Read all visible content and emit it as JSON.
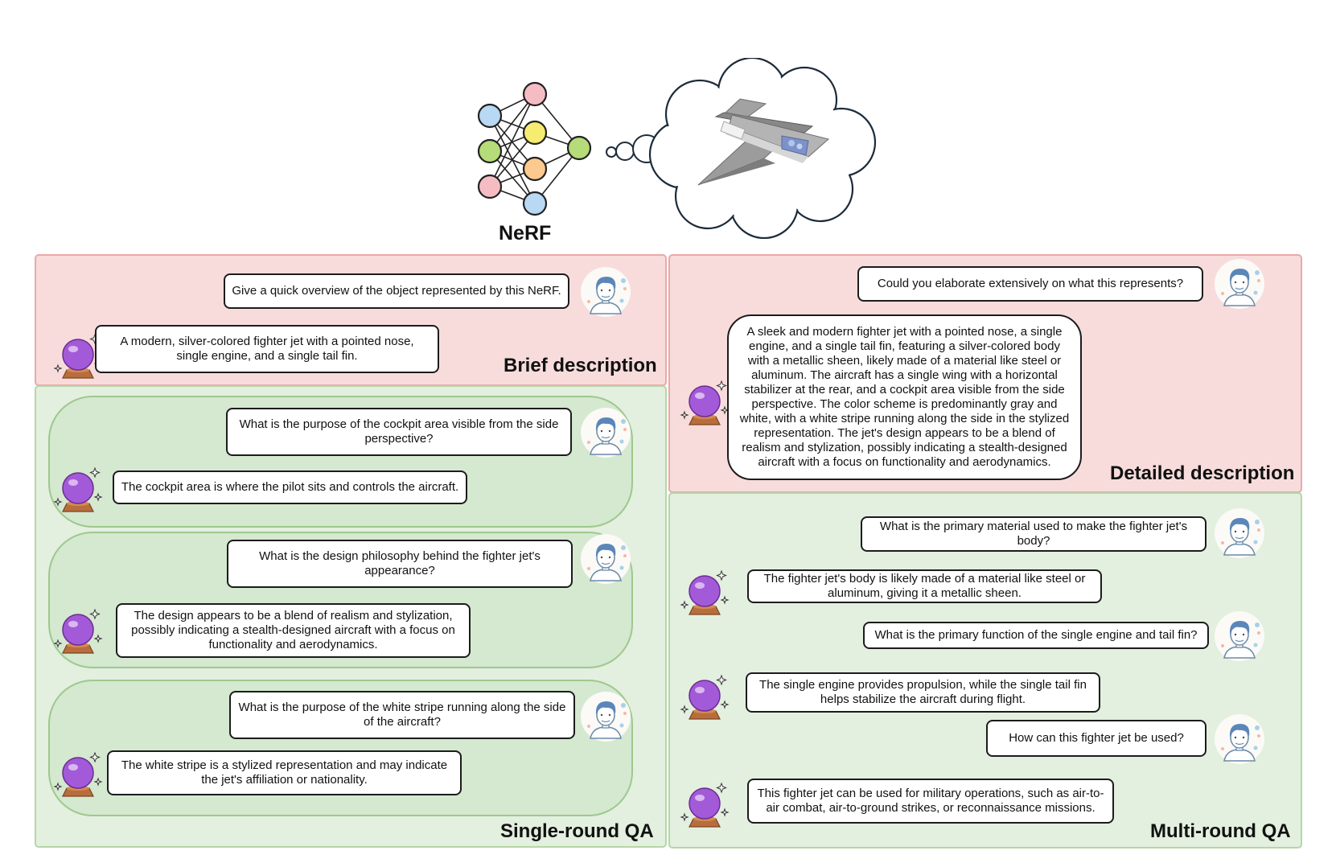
{
  "header": {
    "nerf_label": "NeRF"
  },
  "brief": {
    "title": "Brief description",
    "question": "Give a quick overview of the object represented by this NeRF.",
    "answer": "A modern, silver-colored fighter jet with a pointed nose, single engine, and a single tail fin."
  },
  "detailed": {
    "title": "Detailed description",
    "question": "Could you elaborate extensively on what this represents?",
    "answer": "A sleek and modern fighter jet with a pointed nose, a single engine, and a single tail fin, featuring a silver-colored body with a metallic sheen, likely made of a material like steel or aluminum. The aircraft has a single wing with a horizontal stabilizer at the rear, and a cockpit area visible from the side perspective. The color scheme is predominantly gray and white, with a white stripe running along the side in the stylized representation. The jet's design appears to be a blend of realism and stylization, possibly indicating a stealth-designed aircraft with a focus on functionality and aerodynamics."
  },
  "single_round": {
    "title": "Single-round QA",
    "pairs": [
      {
        "q": "What is the purpose of the cockpit area visible from the side perspective?",
        "a": "The cockpit area is where the pilot sits and controls the aircraft."
      },
      {
        "q": "What is the design philosophy behind the fighter jet's appearance?",
        "a": "The design appears to be a blend of realism and stylization, possibly indicating a stealth-designed aircraft with a focus on functionality and aerodynamics."
      },
      {
        "q": "What is the purpose of the white stripe running along the side of the aircraft?",
        "a": "The white stripe is a stylized representation and may indicate the jet's affiliation or nationality."
      }
    ]
  },
  "multi_round": {
    "title": "Multi-round QA",
    "turns": [
      {
        "q": "What is the primary material used to make the fighter jet's body?",
        "a": "The fighter jet's body is likely made of a material like steel or aluminum, giving it a metallic sheen."
      },
      {
        "q": "What is the primary function of the single engine and tail fin?",
        "a": "The single engine provides propulsion, while the single tail fin helps stabilize the aircraft during flight."
      },
      {
        "q": "How can this fighter jet be used?",
        "a": "This fighter jet can be used for military operations, such as air-to-air combat, air-to-ground strikes, or reconnaissance missions."
      }
    ]
  },
  "colors": {
    "pink_panel": "#f8dcdc",
    "green_panel": "#e3efdf",
    "green_group": "#d5e8d0",
    "orb": "#a35ad8"
  },
  "icons": {
    "user": "user-avatar-icon",
    "assistant": "crystal-ball-icon",
    "network": "neural-network-icon",
    "thought": "thought-cloud-icon",
    "object": "fighter-jet-icon"
  }
}
